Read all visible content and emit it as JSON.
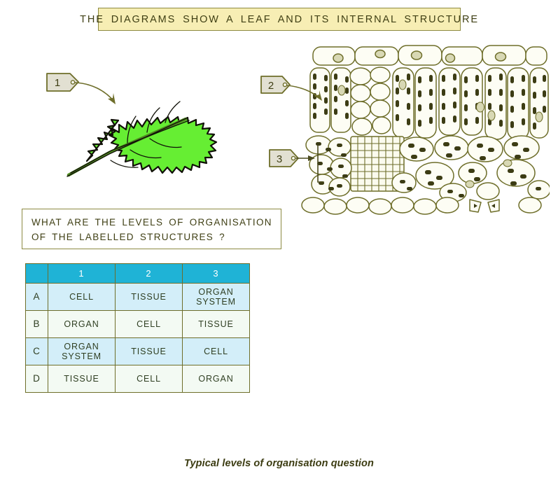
{
  "banner": {
    "title": "THE  DIAGRAMS  SHOW  A  LEAF  AND  ITS  INTERNAL  STRUCTURE"
  },
  "question": {
    "line1": "WHAT ARE  THE  LEVELS  OF  ORGANISATION",
    "line2": "OF  THE  LABELLED   STRUCTURES ?"
  },
  "labels": {
    "tag1": "1",
    "tag2": "2",
    "tag3": "3"
  },
  "diagrams": {
    "leaf_name": "leaf whole-organ diagram",
    "cross_section_name": "leaf internal structure cross-section"
  },
  "table": {
    "headers": [
      "",
      "1",
      "2",
      "3"
    ],
    "rows": [
      {
        "letter": "A",
        "cells": [
          "CELL",
          "TISSUE",
          "ORGAN\nSYSTEM"
        ]
      },
      {
        "letter": "B",
        "cells": [
          "ORGAN",
          "CELL",
          "TISSUE"
        ]
      },
      {
        "letter": "C",
        "cells": [
          "ORGAN\nSYSTEM",
          "TISSUE",
          "CELL"
        ]
      },
      {
        "letter": "D",
        "cells": [
          "TISSUE",
          "CELL",
          "ORGAN"
        ]
      }
    ]
  },
  "caption": {
    "text": "Typical levels of organisation question"
  },
  "colors": {
    "banner_fill": "#f7eeb4",
    "ink": "#3f3f14",
    "line_art": "#6e6e2a",
    "leaf_green": "#66ee33",
    "table_header": "#1fb3d6",
    "table_band_blue": "#d3eef9",
    "table_band_pale": "#f3faf3",
    "tag_fill": "#e2e0d2"
  }
}
